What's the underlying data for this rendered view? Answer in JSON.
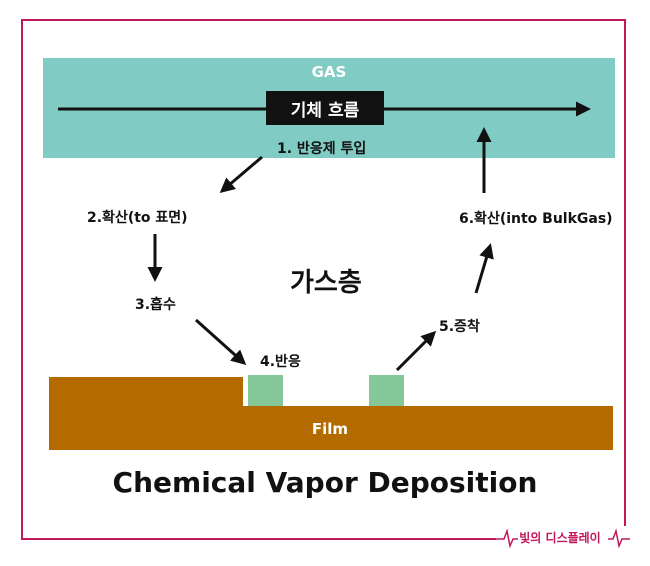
{
  "diagram": {
    "gas_label": "GAS",
    "flow_label": "기체 흐름",
    "steps": {
      "s1": "1. 반응제 투입",
      "s2": "2.확산(to 표면)",
      "s3": "3.흡수",
      "s4": "4.반응",
      "s5": "5.증착",
      "s6": "6.확산(into BulkGas)"
    },
    "gas_layer_label": "가스층",
    "film_label": "Film",
    "title": "Chemical Vapor Deposition",
    "watermark": "빛의 디스플레이"
  },
  "colors": {
    "gas_band": "#80cbc4",
    "film": "#b36b00",
    "deposit": "#86c79a",
    "frame": "#c2185b"
  }
}
